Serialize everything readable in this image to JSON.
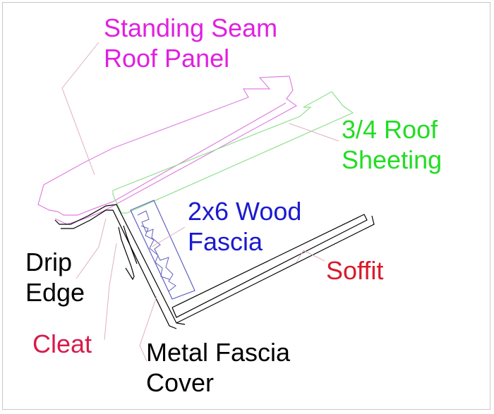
{
  "labels": {
    "roof_panel": {
      "line1": "Standing Seam",
      "line2": "Roof Panel",
      "color": "#e020e0"
    },
    "roof_sheeting": {
      "line1": "3/4 Roof",
      "line2": "Sheeting",
      "color": "#22dd22"
    },
    "wood_fascia": {
      "line1": "2x6 Wood",
      "line2": "Fascia",
      "color": "#1a1ad0"
    },
    "soffit": {
      "line1": "Soffit",
      "color": "#d81a2a"
    },
    "drip_edge": {
      "line1": "Drip",
      "line2": "Edge",
      "color": "#000000"
    },
    "cleat": {
      "line1": "Cleat",
      "color": "#d81a4a"
    },
    "metal_fascia": {
      "line1": "Metal Fascia",
      "line2": "Cover",
      "color": "#000000"
    }
  },
  "colors": {
    "panel_lines": "#e080e0",
    "sheeting_lines": "#90e090",
    "fascia_lines": "#6060c0",
    "black_lines": "#000000",
    "leader_lines": "#e0b0c0"
  }
}
